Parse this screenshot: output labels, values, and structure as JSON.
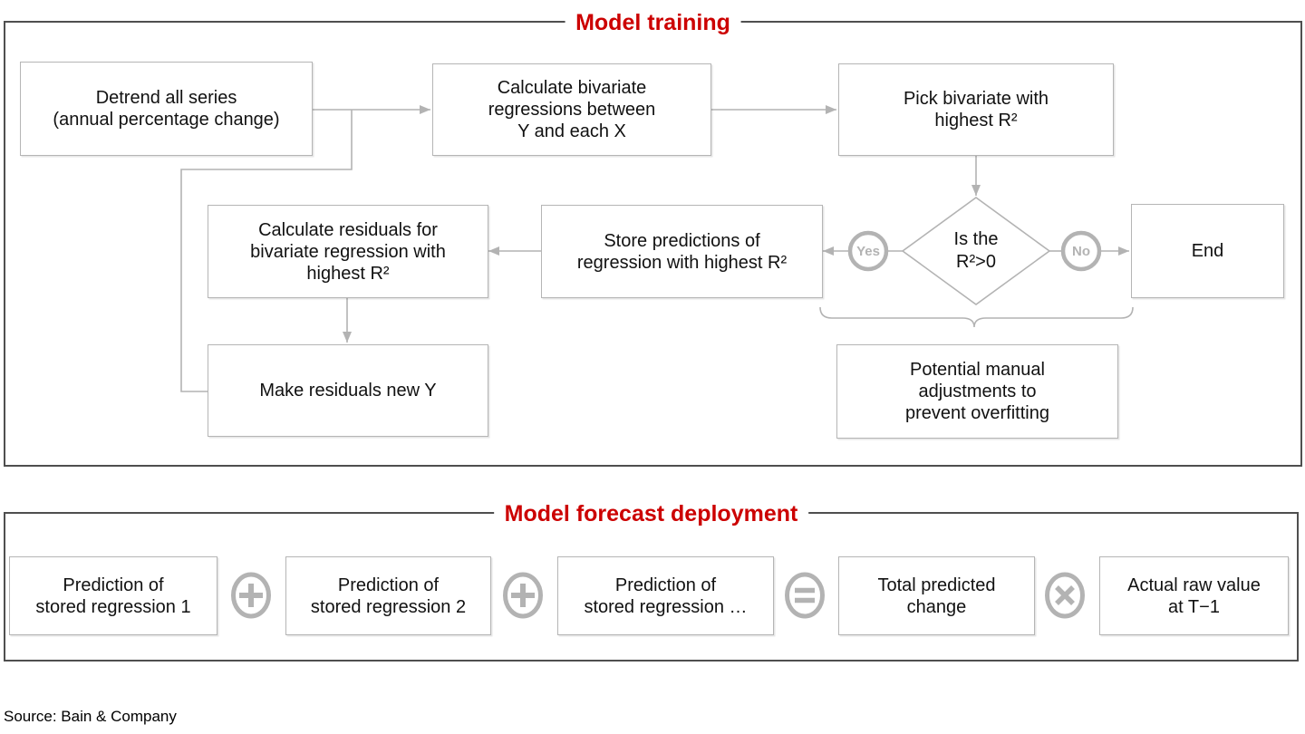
{
  "colors": {
    "accent_red": "#cc0000",
    "connector_gray": "#b3b3b3",
    "frame_gray": "#4f4f4f",
    "text_color": "#111111"
  },
  "training": {
    "title": "Model training",
    "boxes": [
      {
        "id": "detrend",
        "label": "Detrend all series\n(annual percentage change)"
      },
      {
        "id": "calc-bivariate",
        "label": "Calculate bivariate\nregressions between\nY and each X"
      },
      {
        "id": "pick-bivariate",
        "label": "Pick bivariate with\nhighest R²"
      },
      {
        "id": "calc-residuals",
        "label": "Calculate residuals for\nbivariate regression with\nhighest R²"
      },
      {
        "id": "store-predictions",
        "label": "Store predictions of\nregression with highest R²"
      },
      {
        "id": "make-residuals",
        "label": "Make residuals new Y"
      },
      {
        "id": "manual-adjustments",
        "label": "Potential manual\nadjustments to\nprevent overfitting"
      },
      {
        "id": "end",
        "label": "End"
      }
    ],
    "decision": {
      "label": "Is the\nR²>0",
      "yes_label": "Yes",
      "no_label": "No"
    }
  },
  "deployment": {
    "title": "Model forecast deployment",
    "boxes": [
      {
        "label": "Prediction of\nstored regression 1"
      },
      {
        "label": "Prediction of\nstored regression 2"
      },
      {
        "label": "Prediction of\nstored regression …"
      },
      {
        "label": "Total predicted\nchange"
      },
      {
        "label": "Actual raw value\nat T−1"
      }
    ],
    "operators": [
      {
        "name": "plus"
      },
      {
        "name": "plus"
      },
      {
        "name": "equals"
      },
      {
        "name": "multiply"
      }
    ]
  },
  "footer": {
    "source": "Source: Bain & Company"
  }
}
